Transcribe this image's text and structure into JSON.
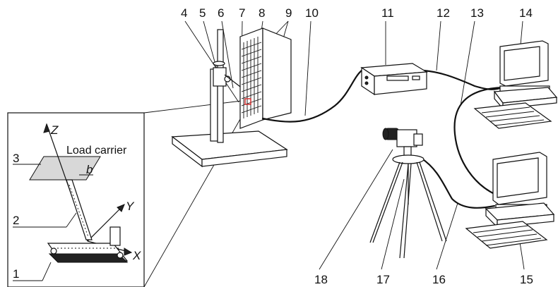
{
  "labels": {
    "n1": "1",
    "n2": "2",
    "n3": "3",
    "n4": "4",
    "n5": "5",
    "n6": "6",
    "n7": "7",
    "n8": "8",
    "n9": "9",
    "n10": "10",
    "n11": "11",
    "n12": "12",
    "n13": "13",
    "n14": "14",
    "n15": "15",
    "n16": "16",
    "n17": "17",
    "n18": "18"
  },
  "inset": {
    "load_carrier": "Load carrier",
    "axis_x": "X",
    "axis_y": "Y",
    "axis_z": "Z",
    "dim_b": "b"
  },
  "colors": {
    "highlight": "#d23030",
    "carrier": "#c8c8c8"
  }
}
